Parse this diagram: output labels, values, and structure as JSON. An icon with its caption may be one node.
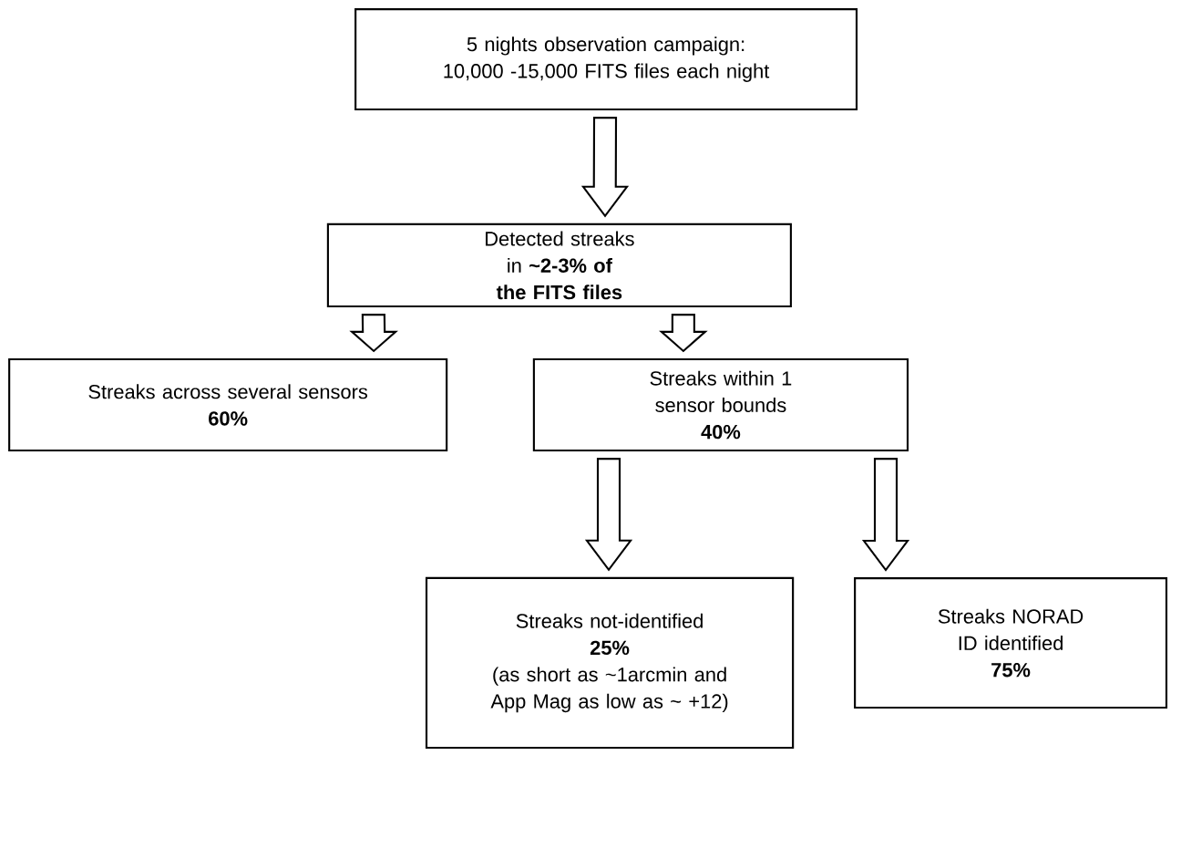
{
  "diagram": {
    "nodes": [
      {
        "text": [
          "5 nights observation campaign: 10,000 -15,000 FITS files each night"
        ]
      },
      {
        "text": [
          "Detected streaks in **~2-3% of the FITS files**"
        ]
      },
      {
        "text": [
          "Streaks across several sensors",
          "60%"
        ]
      },
      {
        "text": [
          "Streaks within 1 sensor bounds",
          "40%"
        ]
      },
      {
        "text": [
          "Streaks not-identified",
          "25%",
          "(as short as ~1arcmin and App Mag as low as ~ +12)"
        ]
      },
      {
        "text": [
          "Streaks NORAD ID identified",
          "75%"
        ]
      }
    ],
    "edges": [
      {
        "from": 0,
        "to": 1,
        "arrow": "to"
      },
      {
        "from": 1,
        "to": 2,
        "arrow": "to"
      },
      {
        "from": 1,
        "to": 3,
        "arrow": "to"
      },
      {
        "from": 3,
        "to": 4,
        "arrow": "to"
      },
      {
        "from": 3,
        "to": 5,
        "arrow": "to"
      }
    ]
  }
}
